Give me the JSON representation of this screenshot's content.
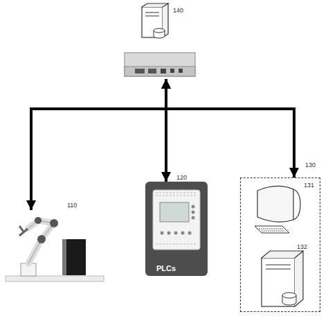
{
  "diagram": {
    "nodes": [
      {
        "text": [
          "140"
        ]
      },
      {
        "text": [
          "110"
        ]
      },
      {
        "text": [
          "120",
          "PLCs"
        ]
      },
      {
        "text": [
          "130"
        ]
      },
      {
        "text": [
          "131"
        ],
        "in": 3
      },
      {
        "text": [
          "132"
        ],
        "in": 3
      }
    ],
    "edges": [
      {
        "from": 0,
        "to": 1,
        "arrow": "both"
      },
      {
        "from": 0,
        "to": 2,
        "arrow": "both"
      },
      {
        "from": 0,
        "to": 3,
        "arrow": "both"
      }
    ]
  }
}
